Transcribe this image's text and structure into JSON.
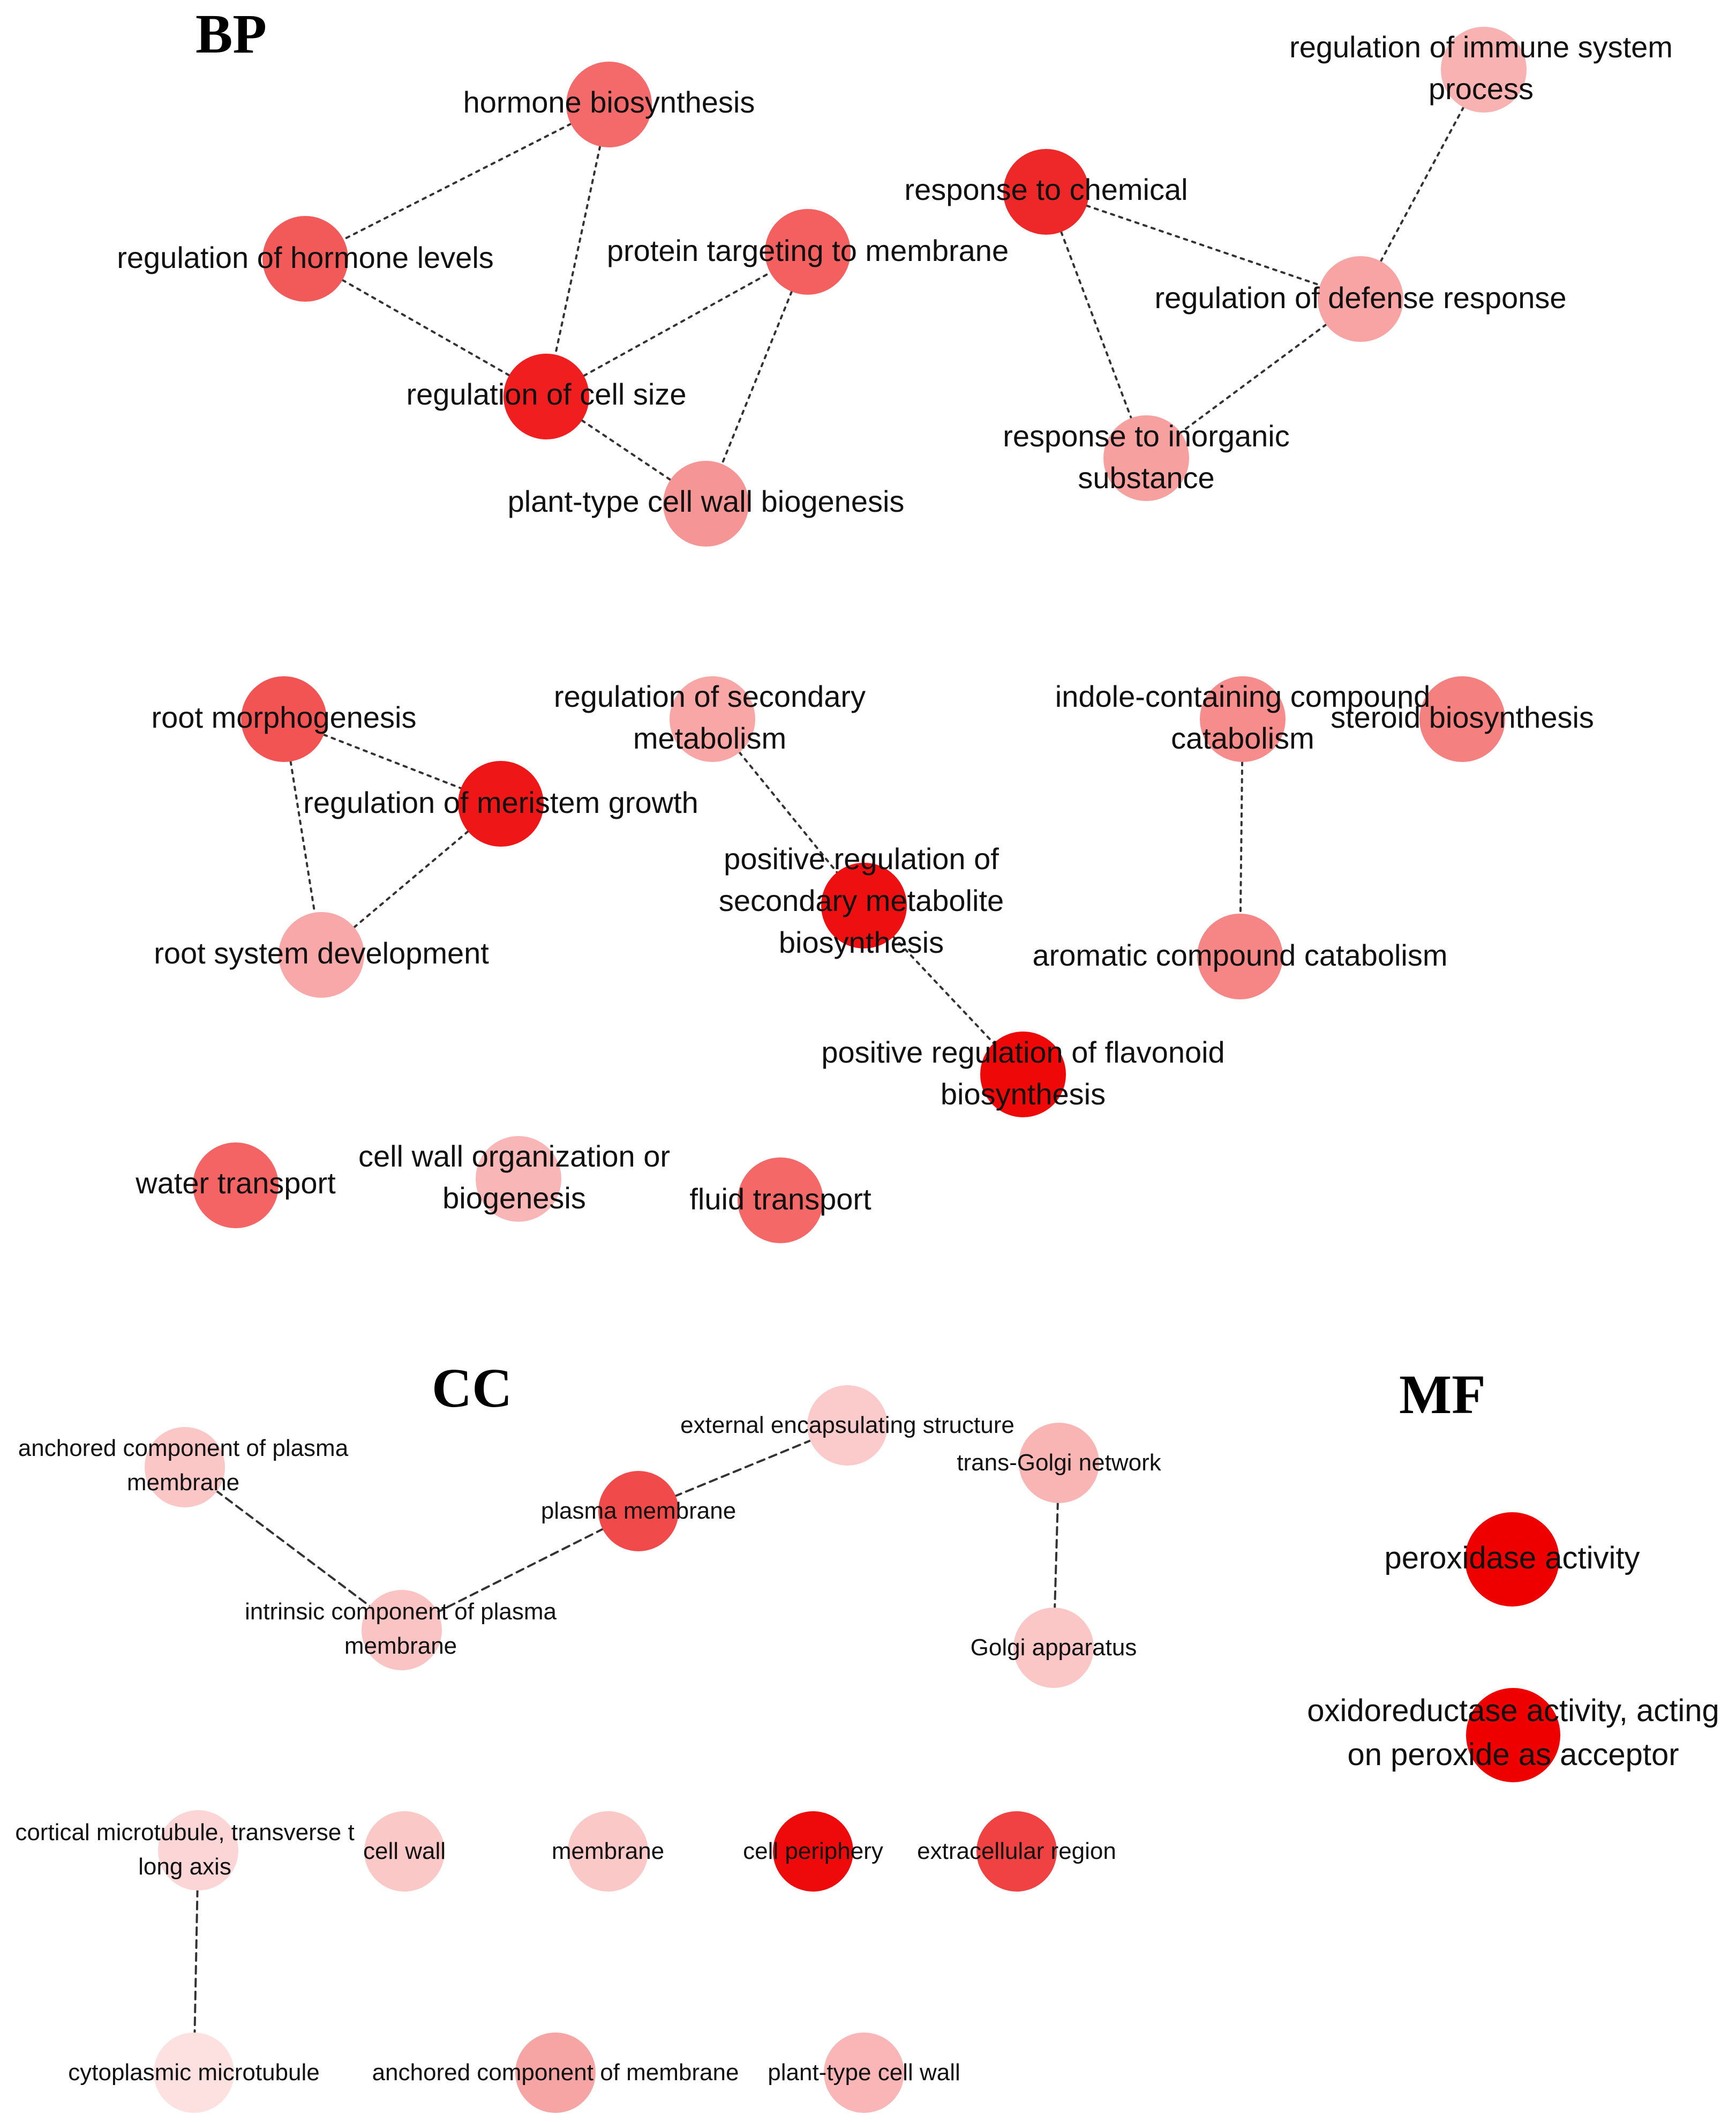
{
  "sections": [
    {
      "id": "bp",
      "title": "BP"
    },
    {
      "id": "cc",
      "title": "CC"
    },
    {
      "id": "mf",
      "title": "MF"
    }
  ],
  "nodes": [
    {
      "id": "hormone_biosynthesis",
      "section": "bp",
      "lines": [
        "hormone biosynthesis"
      ],
      "color": "#f46a6a"
    },
    {
      "id": "regulation_hormone_levels",
      "section": "bp",
      "lines": [
        "regulation of hormone levels"
      ],
      "color": "#f25a5a"
    },
    {
      "id": "regulation_cell_size",
      "section": "bp",
      "lines": [
        "regulation of cell size"
      ],
      "color": "#f01e1e"
    },
    {
      "id": "protein_targeting_membrane",
      "section": "bp",
      "lines": [
        "protein targeting to membrane"
      ],
      "color": "#f45f5f"
    },
    {
      "id": "plant_type_cell_wall_biogenesis",
      "section": "bp",
      "lines": [
        "plant-type cell wall biogenesis"
      ],
      "color": "#f69595"
    },
    {
      "id": "response_to_chemical",
      "section": "bp",
      "lines": [
        "response to chemical"
      ],
      "color": "#ee2828"
    },
    {
      "id": "regulation_immune_system",
      "section": "bp",
      "lines": [
        "regulation of immune system",
        "process"
      ],
      "color": "#f8b2b2"
    },
    {
      "id": "regulation_defense_response",
      "section": "bp",
      "lines": [
        "regulation of defense response"
      ],
      "color": "#f8a4a4"
    },
    {
      "id": "response_inorganic_substance",
      "section": "bp",
      "lines": [
        "response to inorganic",
        "substance"
      ],
      "color": "#f7a0a0"
    },
    {
      "id": "root_morphogenesis",
      "section": "bp",
      "lines": [
        "root morphogenesis"
      ],
      "color": "#f25454"
    },
    {
      "id": "regulation_meristem_growth",
      "section": "bp",
      "lines": [
        "regulation of meristem growth"
      ],
      "color": "#ee1616"
    },
    {
      "id": "root_system_development",
      "section": "bp",
      "lines": [
        "root system development"
      ],
      "color": "#f8a8a8"
    },
    {
      "id": "regulation_secondary_metabolism",
      "section": "bp",
      "lines": [
        "regulation of secondary",
        "metabolism"
      ],
      "color": "#f8a6a6"
    },
    {
      "id": "positive_regulation_secondary_metabolite",
      "section": "bp",
      "lines": [
        "positive regulation of",
        "secondary metabolite",
        "biosynthesis"
      ],
      "color": "#ee1010"
    },
    {
      "id": "positive_regulation_flavonoid",
      "section": "bp",
      "lines": [
        "positive regulation of flavonoid",
        "biosynthesis"
      ],
      "color": "#ee0808"
    },
    {
      "id": "indole_containing_compound_catabolism",
      "section": "bp",
      "lines": [
        "indole-containing compound",
        "catabolism"
      ],
      "color": "#f68c8c"
    },
    {
      "id": "steroid_biosynthesis",
      "section": "bp",
      "lines": [
        "steroid biosynthesis"
      ],
      "color": "#f58080"
    },
    {
      "id": "aromatic_compound_catabolism",
      "section": "bp",
      "lines": [
        "aromatic compound catabolism"
      ],
      "color": "#f68686"
    },
    {
      "id": "water_transport",
      "section": "bp",
      "lines": [
        "water transport"
      ],
      "color": "#f46464"
    },
    {
      "id": "cell_wall_organization",
      "section": "bp",
      "lines": [
        "cell wall organization or",
        "biogenesis"
      ],
      "color": "#f9b6b6"
    },
    {
      "id": "fluid_transport",
      "section": "bp",
      "lines": [
        "fluid transport"
      ],
      "color": "#f46868"
    },
    {
      "id": "anchored_component_plasma_membrane",
      "section": "cc",
      "lines": [
        "anchored component of plasma",
        "membrane"
      ],
      "color": "#fbc6c6"
    },
    {
      "id": "external_encapsulating_structure",
      "section": "cc",
      "lines": [
        "external encapsulating structure"
      ],
      "color": "#fbcaca"
    },
    {
      "id": "trans_golgi_network",
      "section": "cc",
      "lines": [
        "trans-Golgi network"
      ],
      "color": "#f9b4b4"
    },
    {
      "id": "plasma_membrane",
      "section": "cc",
      "lines": [
        "plasma membrane"
      ],
      "color": "#f14a4a"
    },
    {
      "id": "intrinsic_component_plasma_membrane",
      "section": "cc",
      "lines": [
        "intrinsic component of plasma",
        "membrane"
      ],
      "color": "#fbc4c4"
    },
    {
      "id": "golgi_apparatus",
      "section": "cc",
      "lines": [
        "Golgi apparatus"
      ],
      "color": "#fbc6c6"
    },
    {
      "id": "cortical_microtubule",
      "section": "cc",
      "lines": [
        "cortical microtubule, transverse t",
        "long axis"
      ],
      "color": "#fcd6d6"
    },
    {
      "id": "cell_wall",
      "section": "cc",
      "lines": [
        "cell wall"
      ],
      "color": "#fbc8c8"
    },
    {
      "id": "membrane",
      "section": "cc",
      "lines": [
        "membrane"
      ],
      "color": "#fbc8c8"
    },
    {
      "id": "cell_periphery",
      "section": "cc",
      "lines": [
        "cell periphery"
      ],
      "color": "#ee0a0a"
    },
    {
      "id": "extracellular_region",
      "section": "cc",
      "lines": [
        "extracellular region"
      ],
      "color": "#f04242"
    },
    {
      "id": "cytoplasmic_microtubule",
      "section": "cc",
      "lines": [
        "cytoplasmic microtubule"
      ],
      "color": "#fde0e0"
    },
    {
      "id": "anchored_component_membrane",
      "section": "cc",
      "lines": [
        "anchored component of membrane"
      ],
      "color": "#f7a4a4"
    },
    {
      "id": "plant_type_cell_wall",
      "section": "cc",
      "lines": [
        "plant-type cell wall"
      ],
      "color": "#fab6b6"
    },
    {
      "id": "peroxidase_activity",
      "section": "mf",
      "lines": [
        "peroxidase activity"
      ],
      "color": "#ee0000"
    },
    {
      "id": "oxidoreductase_activity",
      "section": "mf",
      "lines": [
        "oxidoreductase activity, acting",
        "on peroxide as acceptor"
      ],
      "color": "#ee0000"
    }
  ],
  "edges": [
    {
      "source": "hormone_biosynthesis",
      "target": "regulation_hormone_levels"
    },
    {
      "source": "hormone_biosynthesis",
      "target": "regulation_cell_size"
    },
    {
      "source": "regulation_hormone_levels",
      "target": "regulation_cell_size"
    },
    {
      "source": "regulation_cell_size",
      "target": "protein_targeting_membrane"
    },
    {
      "source": "regulation_cell_size",
      "target": "plant_type_cell_wall_biogenesis"
    },
    {
      "source": "protein_targeting_membrane",
      "target": "plant_type_cell_wall_biogenesis"
    },
    {
      "source": "response_to_chemical",
      "target": "regulation_defense_response"
    },
    {
      "source": "response_to_chemical",
      "target": "response_inorganic_substance"
    },
    {
      "source": "regulation_defense_response",
      "target": "regulation_immune_system"
    },
    {
      "source": "regulation_defense_response",
      "target": "response_inorganic_substance"
    },
    {
      "source": "root_morphogenesis",
      "target": "regulation_meristem_growth"
    },
    {
      "source": "root_morphogenesis",
      "target": "root_system_development"
    },
    {
      "source": "regulation_meristem_growth",
      "target": "root_system_development"
    },
    {
      "source": "regulation_secondary_metabolism",
      "target": "positive_regulation_secondary_metabolite"
    },
    {
      "source": "positive_regulation_secondary_metabolite",
      "target": "positive_regulation_flavonoid"
    },
    {
      "source": "indole_containing_compound_catabolism",
      "target": "aromatic_compound_catabolism"
    },
    {
      "source": "anchored_component_plasma_membrane",
      "target": "intrinsic_component_plasma_membrane"
    },
    {
      "source": "intrinsic_component_plasma_membrane",
      "target": "plasma_membrane"
    },
    {
      "source": "plasma_membrane",
      "target": "external_encapsulating_structure"
    },
    {
      "source": "trans_golgi_network",
      "target": "golgi_apparatus"
    },
    {
      "source": "cortical_microtubule",
      "target": "cytoplasmic_microtubule"
    }
  ]
}
